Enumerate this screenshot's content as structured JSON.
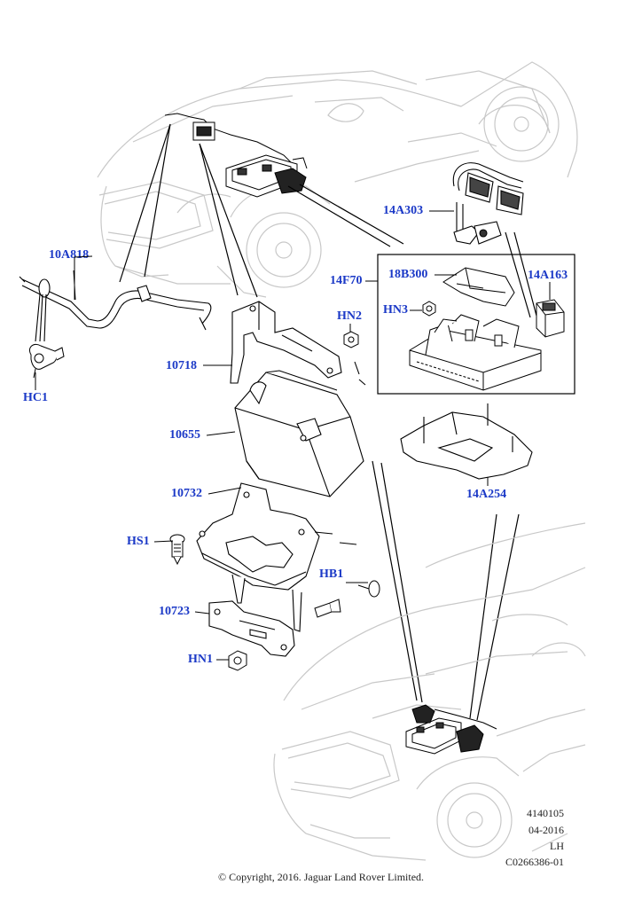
{
  "labels": {
    "l_10A818": "10A818",
    "l_HC1": "HC1",
    "l_10718": "10718",
    "l_10655": "10655",
    "l_10732": "10732",
    "l_HS1": "HS1",
    "l_10723": "10723",
    "l_HN1": "HN1",
    "l_HB1": "HB1",
    "l_HN2": "HN2",
    "l_14A303": "14A303",
    "l_14F70": "14F70",
    "l_18B300": "18B300",
    "l_HN3": "HN3",
    "l_14A163": "14A163",
    "l_14A254": "14A254"
  },
  "meta": {
    "ref": "4140105",
    "date": "04-2016",
    "side": "LH",
    "code": "C0266386-01"
  },
  "copyright": "© Copyright, 2016. Jaguar Land Rover Limited.",
  "colors": {
    "label": "#1b39c7",
    "line": "#000000",
    "ghost": "#c8c8c8"
  }
}
